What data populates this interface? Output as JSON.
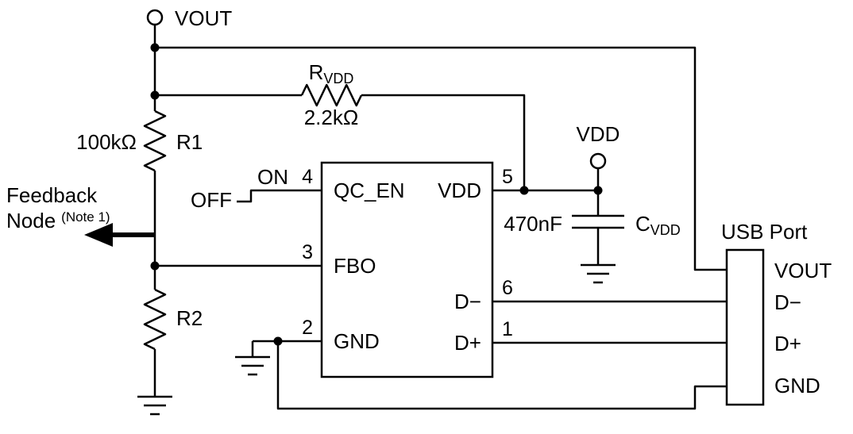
{
  "schematic": {
    "terminals": {
      "vout": "VOUT",
      "vdd": "VDD"
    },
    "feedback": {
      "line1": "Feedback",
      "line2": "Node",
      "note": "(Note 1)"
    },
    "switch": {
      "on": "ON",
      "off": "OFF"
    },
    "resistors": {
      "r1": {
        "name": "R1",
        "value": "100kΩ"
      },
      "r2": {
        "name": "R2"
      },
      "rvdd": {
        "prefix": "R",
        "sub": "VDD",
        "value": "2.2kΩ"
      }
    },
    "capacitor": {
      "value": "470nF",
      "prefix": "C",
      "sub": "VDD"
    },
    "ic": {
      "pins": {
        "qc_en": {
          "number": "4",
          "label": "QC_EN"
        },
        "fbo": {
          "number": "3",
          "label": "FBO"
        },
        "gnd": {
          "number": "2",
          "label": "GND"
        },
        "vdd": {
          "number": "5",
          "label": "VDD"
        },
        "dminus": {
          "number": "6",
          "label": "D−"
        },
        "dplus": {
          "number": "1",
          "label": "D+"
        }
      }
    },
    "usb": {
      "title": "USB Port",
      "pins": {
        "vout": "VOUT",
        "dminus": "D−",
        "dplus": "D+",
        "gnd": "GND"
      }
    }
  },
  "colors": {
    "line": "#000000",
    "background": "#ffffff"
  }
}
